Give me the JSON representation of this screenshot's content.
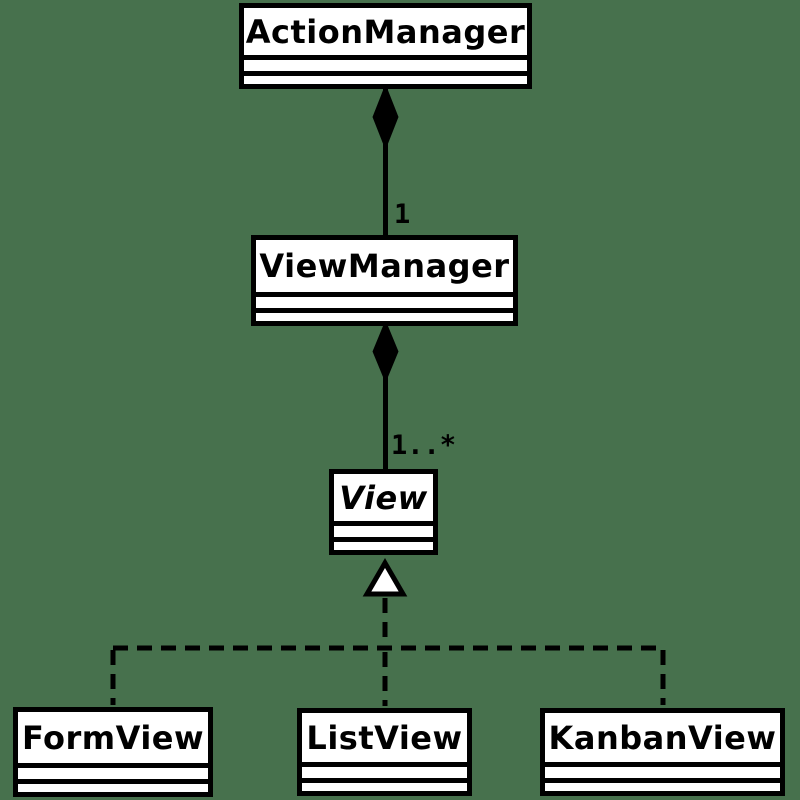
{
  "colors": {
    "background": "#47714d",
    "box_fill": "#ffffff",
    "line": "#000000",
    "text": "#000000"
  },
  "uml": {
    "classes": [
      {
        "name": "ActionManager",
        "abstract": false
      },
      {
        "name": "ViewManager",
        "abstract": false
      },
      {
        "name": "View",
        "abstract": true
      },
      {
        "name": "FormView",
        "abstract": false
      },
      {
        "name": "ListView",
        "abstract": false
      },
      {
        "name": "KanbanView",
        "abstract": false
      }
    ],
    "relationships": [
      {
        "type": "composition",
        "owner": "ActionManager",
        "part": "ViewManager",
        "multiplicity": "1"
      },
      {
        "type": "composition",
        "owner": "ViewManager",
        "part": "View",
        "multiplicity": "1..*"
      },
      {
        "type": "inheritance",
        "parent": "View",
        "children": [
          "FormView",
          "ListView",
          "KanbanView"
        ]
      }
    ]
  }
}
